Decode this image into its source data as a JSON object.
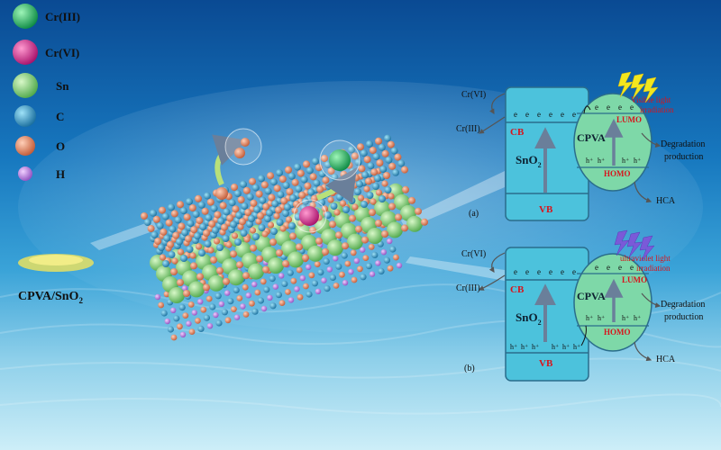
{
  "legend": {
    "items": [
      {
        "label": "Cr(III)",
        "color": "#12b85a",
        "icon": "green-sphere"
      },
      {
        "label": "Cr(VI)",
        "color": "#d81f8c",
        "icon": "magenta-sphere"
      },
      {
        "label": "Sn",
        "color": "#8ad878",
        "icon": "light-green-sphere"
      },
      {
        "label": "C",
        "color": "#2f9cc8",
        "icon": "blue-sphere"
      },
      {
        "label": "O",
        "color": "#e98563",
        "icon": "orange-sphere"
      },
      {
        "label": "H",
        "color": "#c685e6",
        "icon": "violet-sphere"
      }
    ]
  },
  "sample_label_main": "CPVA/SnO",
  "sample_label_sub": "2",
  "panel_a": {
    "cr6": "Cr(VI)",
    "cr3": "Cr(III)",
    "cb": "CB",
    "vb": "VB",
    "sno2_main": "SnO",
    "sno2_sub": "2",
    "cpva": "CPVA",
    "lumo": "LUMO",
    "homo": "HOMO",
    "light_line1": "Visible light",
    "light_line2": "irradiation",
    "degradation_line1": "Degradation",
    "degradation_line2": "production",
    "hca": "HCA",
    "panel_label": "(a)",
    "electron": "e",
    "hole": "h⁺"
  },
  "panel_b": {
    "cr6": "Cr(VI)",
    "cr3": "Cr(III)",
    "cb": "CB",
    "vb": "VB",
    "sno2_main": "SnO",
    "sno2_sub": "2",
    "cpva": "CPVA",
    "lumo": "LUMO",
    "homo": "HOMO",
    "light_line1": "ultraviolet light",
    "light_line2": "irradiation",
    "degradation_line1": "Degradation",
    "degradation_line2": "production",
    "hca": "HCA",
    "panel_label": "(b)",
    "electron": "e",
    "hole": "h⁺"
  },
  "colors": {
    "sea_top": "#0a4f9a",
    "sea_mid": "#1d86c8",
    "sand": "#bfe6f2",
    "band_box": "#4cc2dc",
    "cpva_ellipse": "#7ed8a8",
    "red_text": "#d8141c",
    "visible_light": "#f3e61d",
    "uv_light": "#7a5ad8"
  }
}
